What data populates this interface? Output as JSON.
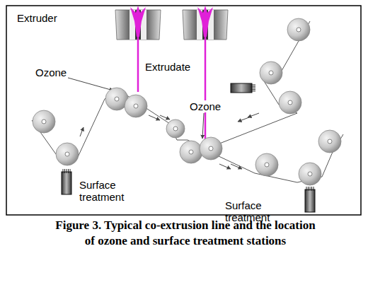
{
  "diagram": {
    "caption": "Figure 3. Typical co-extrusion line and the location of ozone and surface treatment stations",
    "labels": [
      "Extruder",
      "Ozone",
      "Extrudate",
      "Ozone",
      "Surface treatment",
      "Surface treatment"
    ]
  }
}
